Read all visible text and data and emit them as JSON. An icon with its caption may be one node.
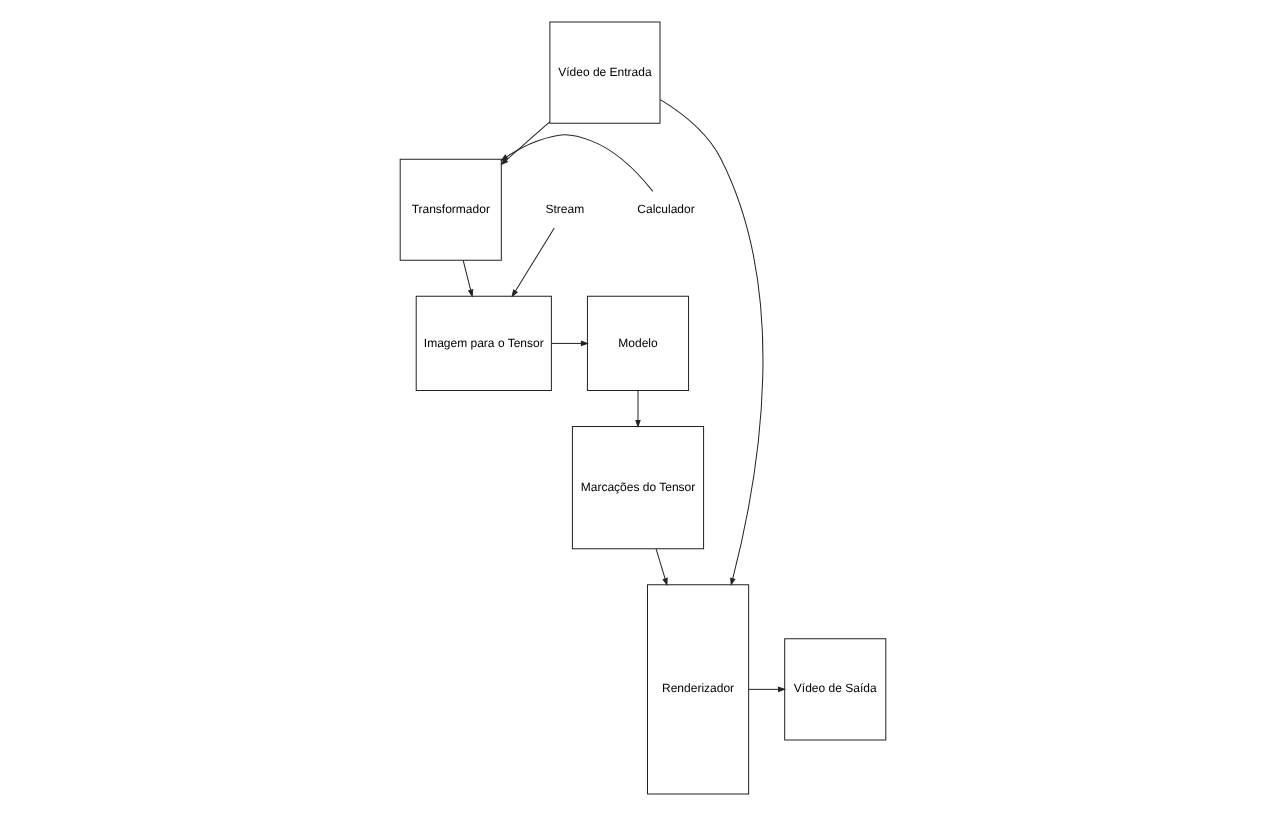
{
  "diagram": {
    "nodes": [
      {
        "text": [
          "Vídeo de Entrada"
        ]
      },
      {
        "text": [
          "Transformador"
        ]
      },
      {
        "text": [
          "Calculador"
        ]
      },
      {
        "text": [
          "Stream"
        ]
      },
      {
        "text": [
          "Imagem para o Tensor"
        ]
      },
      {
        "text": [
          "Modelo"
        ]
      },
      {
        "text": [
          "Marcações do Tensor"
        ]
      },
      {
        "text": [
          "Renderizador"
        ]
      },
      {
        "text": [
          "Vídeo de Saída"
        ]
      }
    ],
    "edges": [
      {
        "from": 0,
        "to": 1,
        "arrow": "to"
      },
      {
        "from": 2,
        "to": 1,
        "arrow": "to"
      },
      {
        "from": 1,
        "to": 4,
        "arrow": "to"
      },
      {
        "from": 3,
        "to": 4,
        "arrow": "to"
      },
      {
        "from": 4,
        "to": 5,
        "arrow": "to"
      },
      {
        "from": 5,
        "to": 6,
        "arrow": "to"
      },
      {
        "from": 0,
        "to": 7,
        "arrow": "to"
      },
      {
        "from": 6,
        "to": 7,
        "arrow": "to"
      },
      {
        "from": 7,
        "to": 8,
        "arrow": "to"
      }
    ]
  }
}
